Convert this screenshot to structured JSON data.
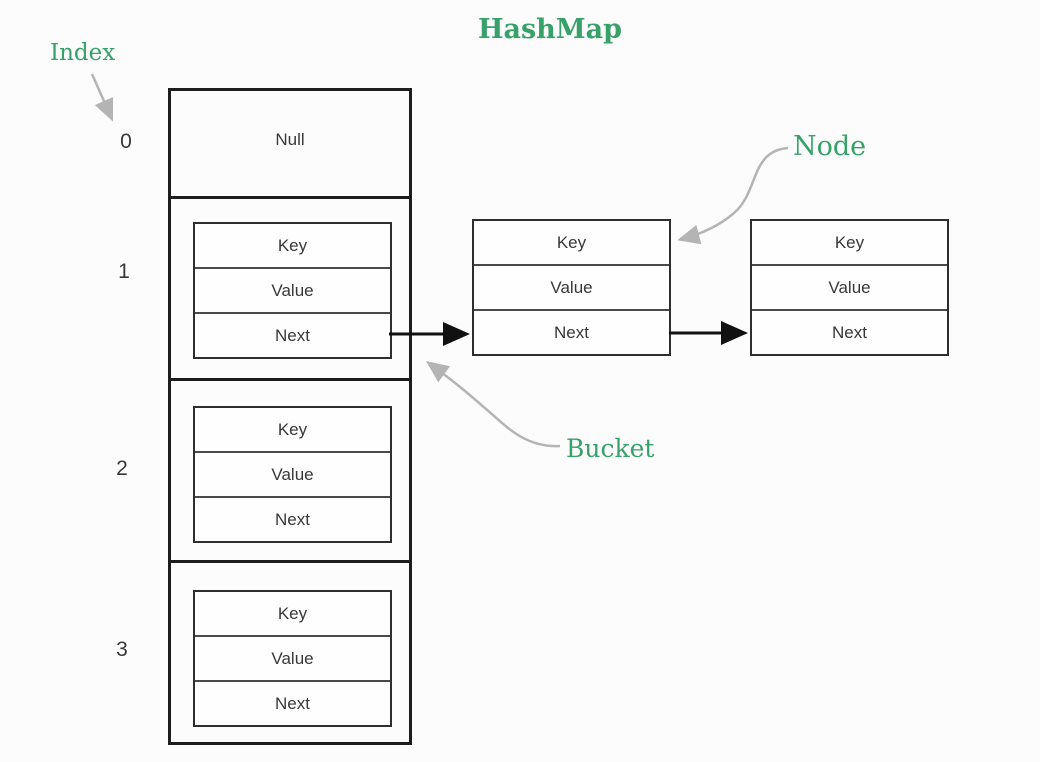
{
  "title": "HashMap",
  "labels": {
    "index": "Index",
    "node": "Node",
    "bucket": "Bucket"
  },
  "colors": {
    "green": "#37a169",
    "gray_arrow": "#b4b4b4",
    "black_arrow": "#111111",
    "outer_border": "#1d1d1d",
    "node_border": "#2e2e2e",
    "text": "#383838",
    "background": "#fcfcfc"
  },
  "bucket_array": {
    "cells": [
      {
        "index": "0",
        "type": "null",
        "content": "Null"
      },
      {
        "index": "1",
        "type": "node",
        "fields": [
          "Key",
          "Value",
          "Next"
        ]
      },
      {
        "index": "2",
        "type": "node",
        "fields": [
          "Key",
          "Value",
          "Next"
        ]
      },
      {
        "index": "3",
        "type": "node",
        "fields": [
          "Key",
          "Value",
          "Next"
        ]
      }
    ]
  },
  "linked_nodes": [
    {
      "fields": [
        "Key",
        "Value",
        "Next"
      ]
    },
    {
      "fields": [
        "Key",
        "Value",
        "Next"
      ]
    }
  ]
}
